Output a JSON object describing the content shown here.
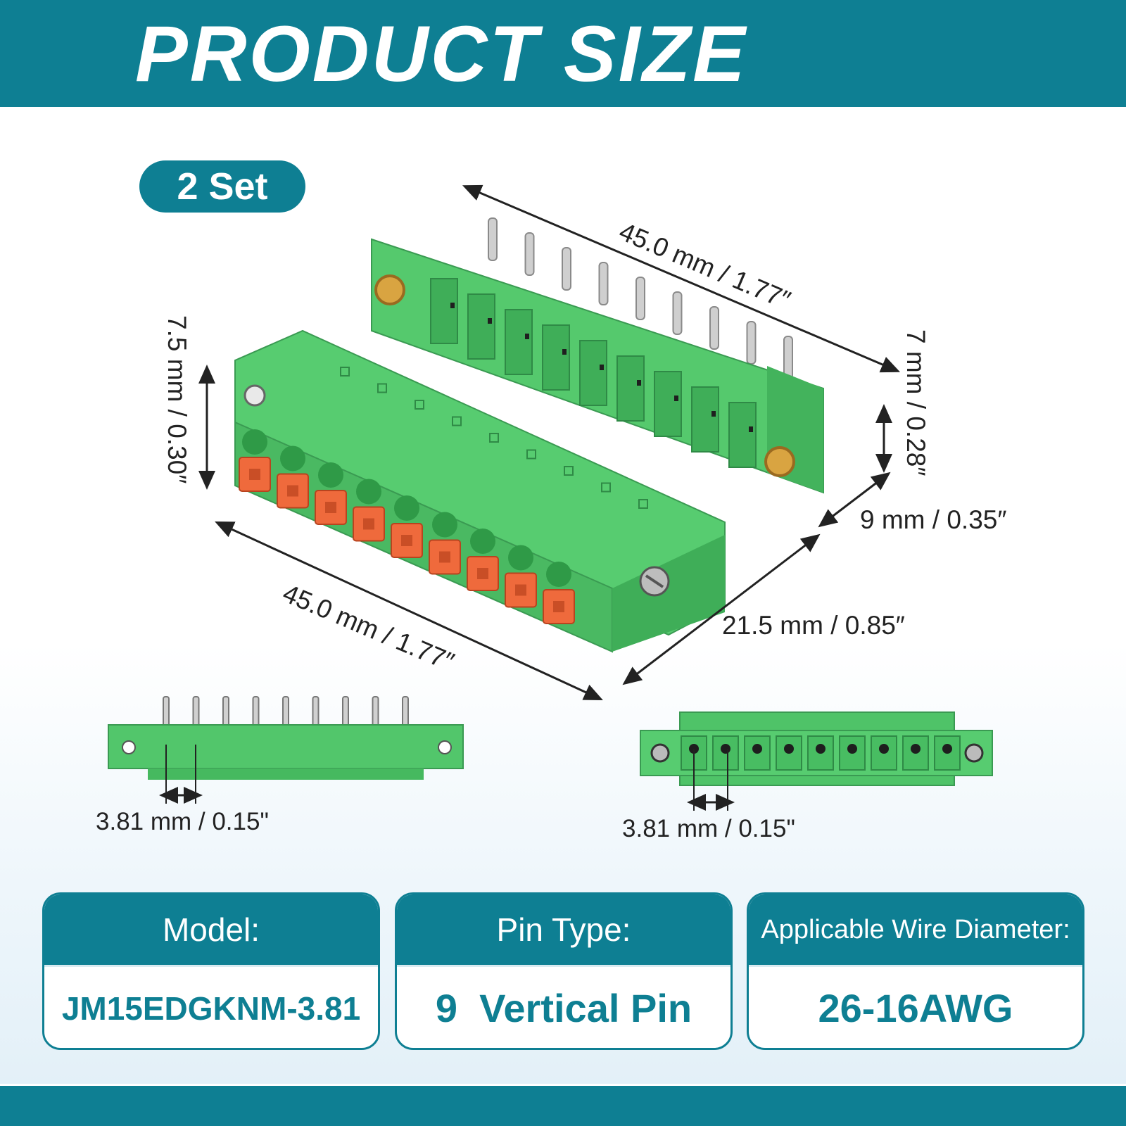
{
  "header": {
    "title": "PRODUCT SIZE"
  },
  "badge": {
    "label": "2 Set"
  },
  "dimensions": {
    "top_length": "45.0 mm / 1.77″",
    "front_length": "45.0 mm / 1.77″",
    "left_height": "7.5 mm / 0.30″",
    "right_height": "7 mm / 0.28″",
    "header_depth": "9 mm / 0.35″",
    "total_depth": "21.5 mm / 0.85″",
    "pitch_left": "3.81 mm / 0.15\"",
    "pitch_right": "3.81 mm / 0.15\""
  },
  "specs": [
    {
      "label": "Model:",
      "value": "JM15EDGKNM-3.81"
    },
    {
      "label": "Pin Type:",
      "value": "9  Vertical Pin"
    },
    {
      "label": "Applicable Wire Diameter:",
      "value": "26-16AWG"
    }
  ],
  "colors": {
    "brand": "#0e7f93",
    "connector_green": "#4fc869",
    "release_tab": "#ef6a3c"
  }
}
